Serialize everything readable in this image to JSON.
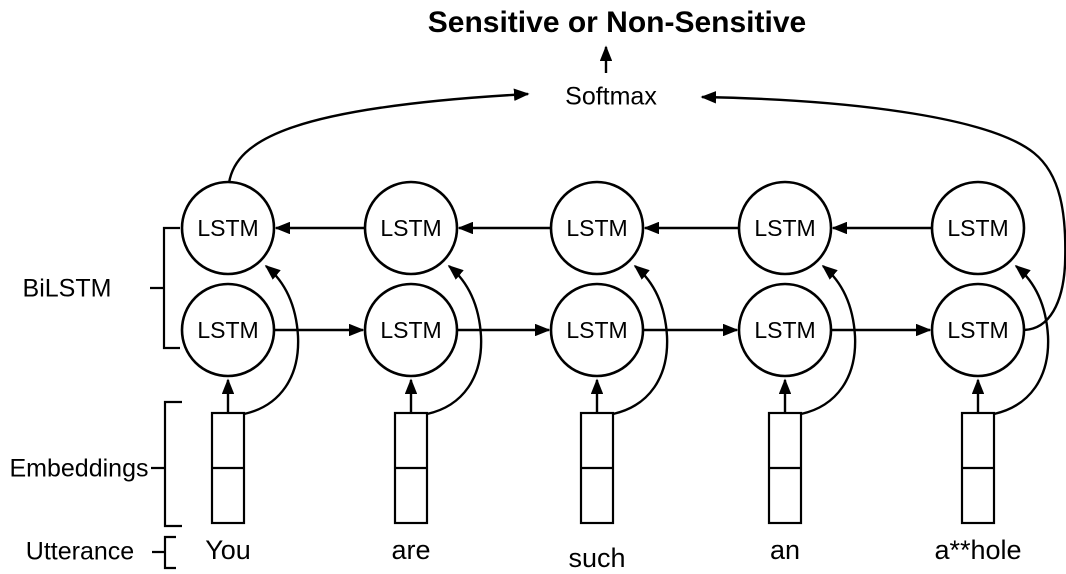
{
  "title": "Sensitive or Non-Sensitive",
  "softmax": {
    "label": "Softmax"
  },
  "diagram": {
    "lstm_label": "LSTM"
  },
  "row_labels": {
    "bilstm": "BiLSTM",
    "embeddings": "Embeddings",
    "utterance": "Utterance"
  },
  "utterance_words": [
    "You",
    "are",
    "such",
    "an",
    "a**hole"
  ],
  "colors": {
    "ink": "#000000",
    "background": "#ffffff"
  }
}
